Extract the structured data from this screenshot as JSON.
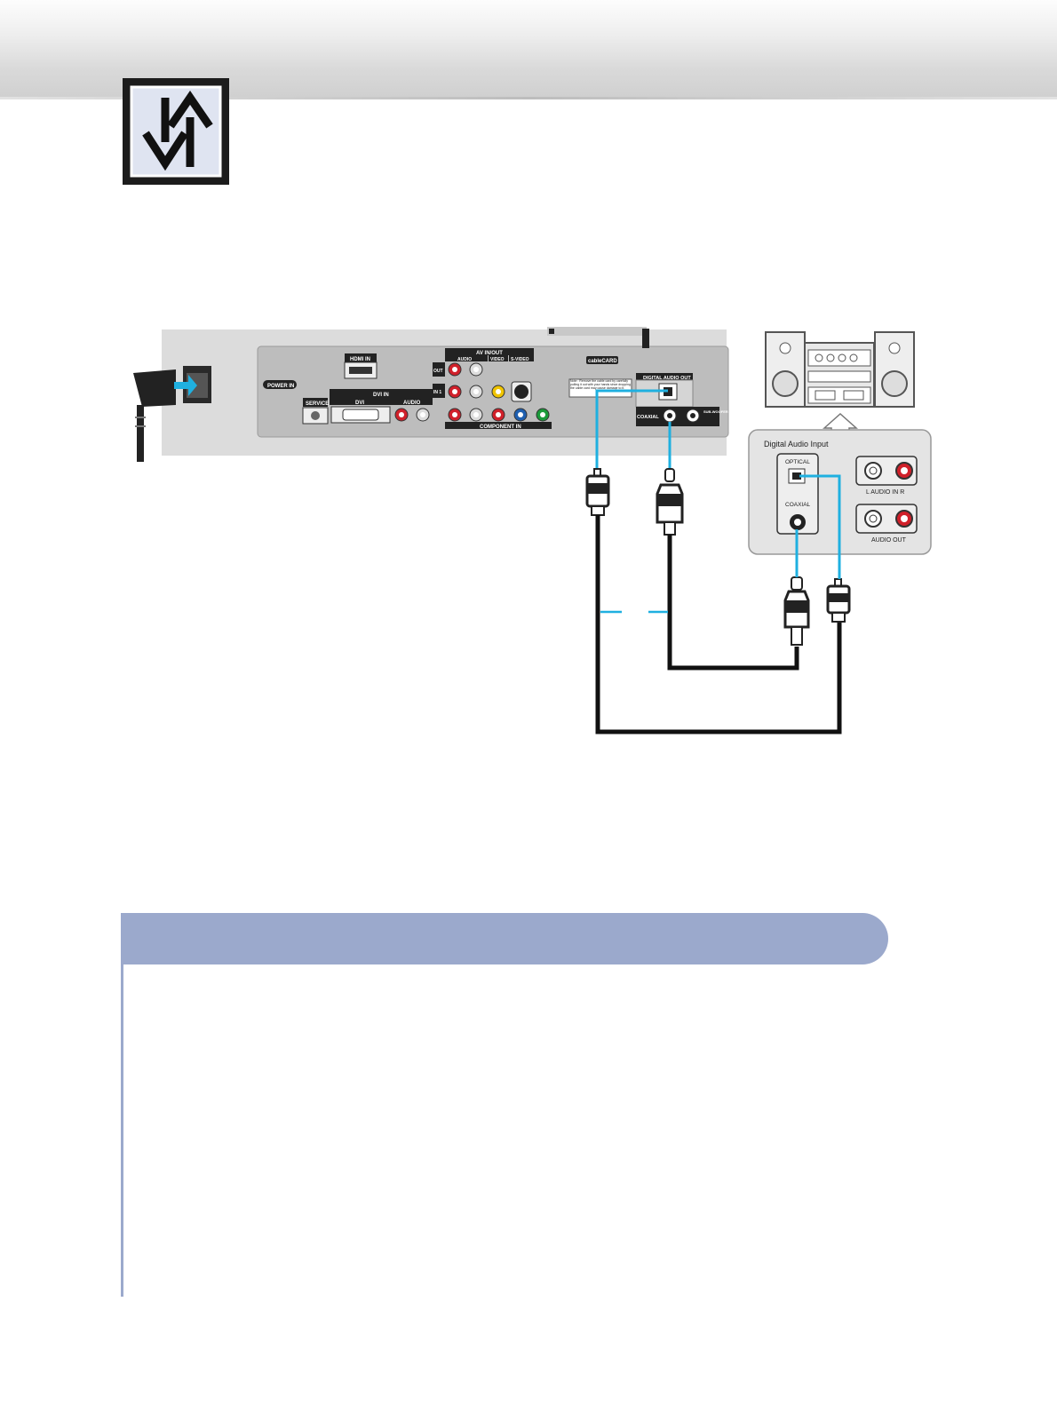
{
  "header": {
    "icon": "connection-arrows-icon"
  },
  "tv_panel": {
    "power_in": "POWER IN",
    "service": "SERVICE",
    "hdmi_in": "HDMI IN",
    "dvi_in": "DVI IN",
    "dvi": "DVI",
    "audio": "AUDIO",
    "av_in_out": "AV IN/OUT",
    "out": "OUT",
    "in_1": "IN 1",
    "video": "VIDEO",
    "s_video": "S-VIDEO",
    "component_in": "COMPONENT IN",
    "cablecard": "cableCARD",
    "card_note": "Note : Remove the cable card by carefully pulling it out with your hands since dropping the cable card may cause damage to it.",
    "digital_audio_out": "DIGITAL AUDIO OUT",
    "coaxial": "COAXIAL",
    "subwoofer_out": "SUB-WOOFER OUT"
  },
  "audio_system": {
    "panel_title": "Digital Audio Input",
    "optical": "OPTICAL",
    "coaxial": "COAXIAL",
    "audio_in": "L   AUDIO IN   R",
    "audio_out": "AUDIO OUT"
  },
  "colors": {
    "accent": "#9ba9cc",
    "cable_highlight": "#1fb0e0",
    "audio_red": "#d0202a",
    "video_yellow": "#f0c400",
    "component_blue": "#1e5fb0",
    "component_green": "#1a9a3a"
  }
}
